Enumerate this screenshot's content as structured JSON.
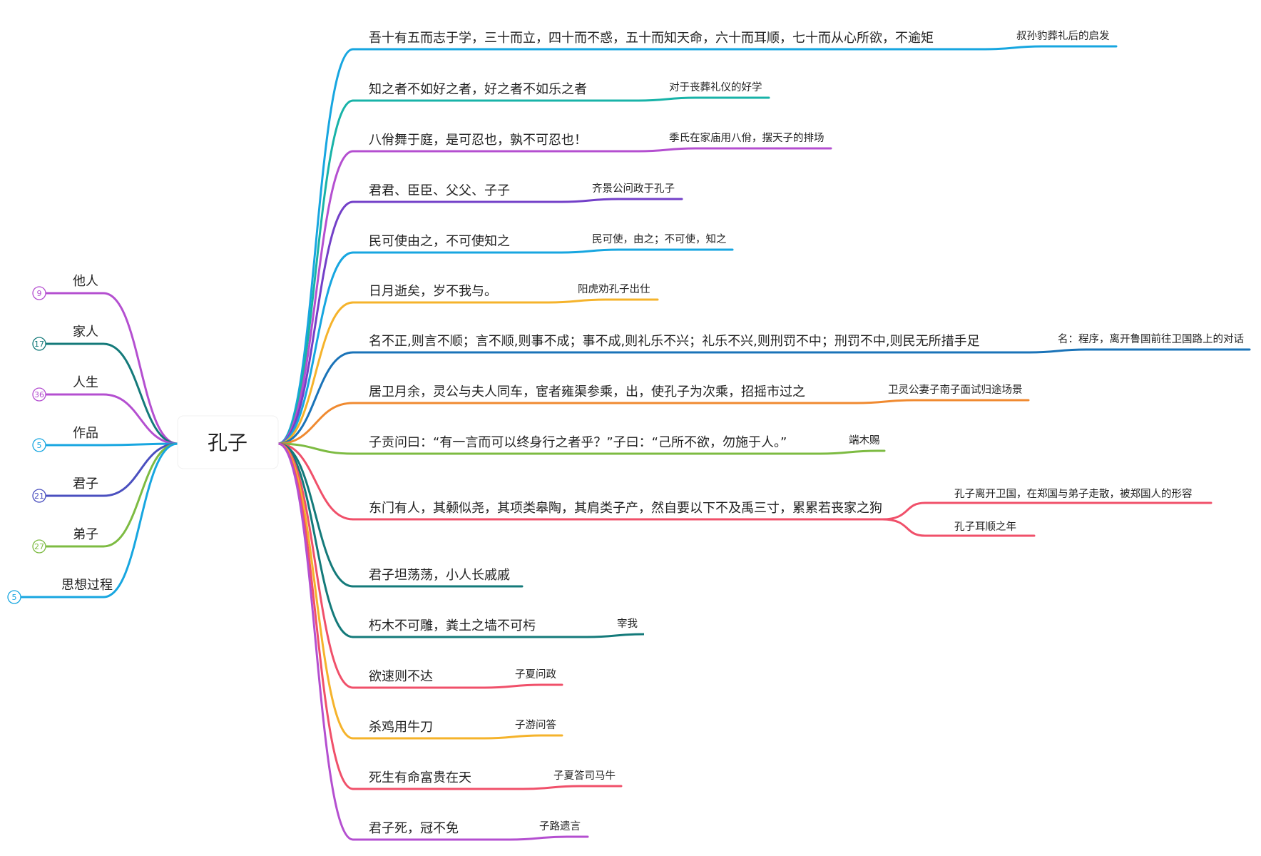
{
  "root": {
    "label": "孔子"
  },
  "left_branches": [
    {
      "label": "他人",
      "count": "9",
      "color": "#b44fd0"
    },
    {
      "label": "家人",
      "count": "17",
      "color": "#147a7a"
    },
    {
      "label": "人生",
      "count": "36",
      "color": "#b44fd0"
    },
    {
      "label": "作品",
      "count": "5",
      "color": "#17a6e0"
    },
    {
      "label": "君子",
      "count": "21",
      "color": "#4a4fbf"
    },
    {
      "label": "弟子",
      "count": "27",
      "color": "#7dbb42"
    },
    {
      "label": "思想过程",
      "count": "5",
      "color": "#17a6e0"
    }
  ],
  "right_branches": [
    {
      "label": "吾十有五而志于学，三十而立，四十而不惑，五十而知天命，六十而耳顺，七十而从心所欲，不逾矩",
      "color": "#17a6e0",
      "notes": [
        "叔孙豹葬礼后的启发"
      ]
    },
    {
      "label": "知之者不如好之者，好之者不如乐之者",
      "color": "#18b3a8",
      "notes": [
        "对于丧葬礼仪的好学"
      ]
    },
    {
      "label": "八佾舞于庭，是可忍也，孰不可忍也！",
      "color": "#b44fd0",
      "notes": [
        "季氏在家庙用八佾，摆天子的排场"
      ]
    },
    {
      "label": "君君、臣臣、父父、子子",
      "color": "#7340c8",
      "notes": [
        "齐景公问政于孔子"
      ]
    },
    {
      "label": "民可使由之，不可使知之",
      "color": "#17a6e0",
      "notes": [
        "民可使，由之；不可使，知之"
      ]
    },
    {
      "label": "日月逝矣，岁不我与。",
      "color": "#f5b32b",
      "notes": [
        "阳虎劝孔子出仕"
      ]
    },
    {
      "label": "名不正,则言不顺；言不顺,则事不成；事不成,则礼乐不兴；礼乐不兴,则刑罚不中；刑罚不中,则民无所措手足",
      "color": "#1a73b8",
      "notes": [
        "名：程序，离开鲁国前往卫国路上的对话"
      ]
    },
    {
      "label": "居卫月余，灵公与夫人同车，宦者雍渠参乘，出，使孔子为次乘，招摇市过之",
      "color": "#f08a30",
      "notes": [
        "卫灵公妻子南子面试归途场景"
      ]
    },
    {
      "label": "子贡问曰：“有一言而可以终身行之者乎？”子曰：“己所不欲，勿施于人。”",
      "color": "#7dbb42",
      "notes": [
        "端木赐"
      ]
    },
    {
      "label": "东门有人，其颡似尧，其项类皋陶，其肩类子产，然自要以下不及禹三寸，累累若丧家之狗",
      "color": "#f0506a",
      "notes": [
        "孔子离开卫国，在郑国与弟子走散，被郑国人的形容",
        "孔子耳顺之年"
      ]
    },
    {
      "label": "君子坦荡荡，小人长戚戚",
      "color": "#147a7a",
      "notes": []
    },
    {
      "label": "朽木不可雕，粪土之墙不可杇",
      "color": "#147a7a",
      "notes": [
        "宰我"
      ]
    },
    {
      "label": "欲速则不达",
      "color": "#f0506a",
      "notes": [
        "子夏问政"
      ]
    },
    {
      "label": "杀鸡用牛刀",
      "color": "#f5b32b",
      "notes": [
        "子游问答"
      ]
    },
    {
      "label": "死生有命富贵在天",
      "color": "#f0506a",
      "notes": [
        "子夏答司马牛"
      ]
    },
    {
      "label": "君子死，冠不免",
      "color": "#b44fd0",
      "notes": [
        "子路遗言"
      ]
    }
  ]
}
